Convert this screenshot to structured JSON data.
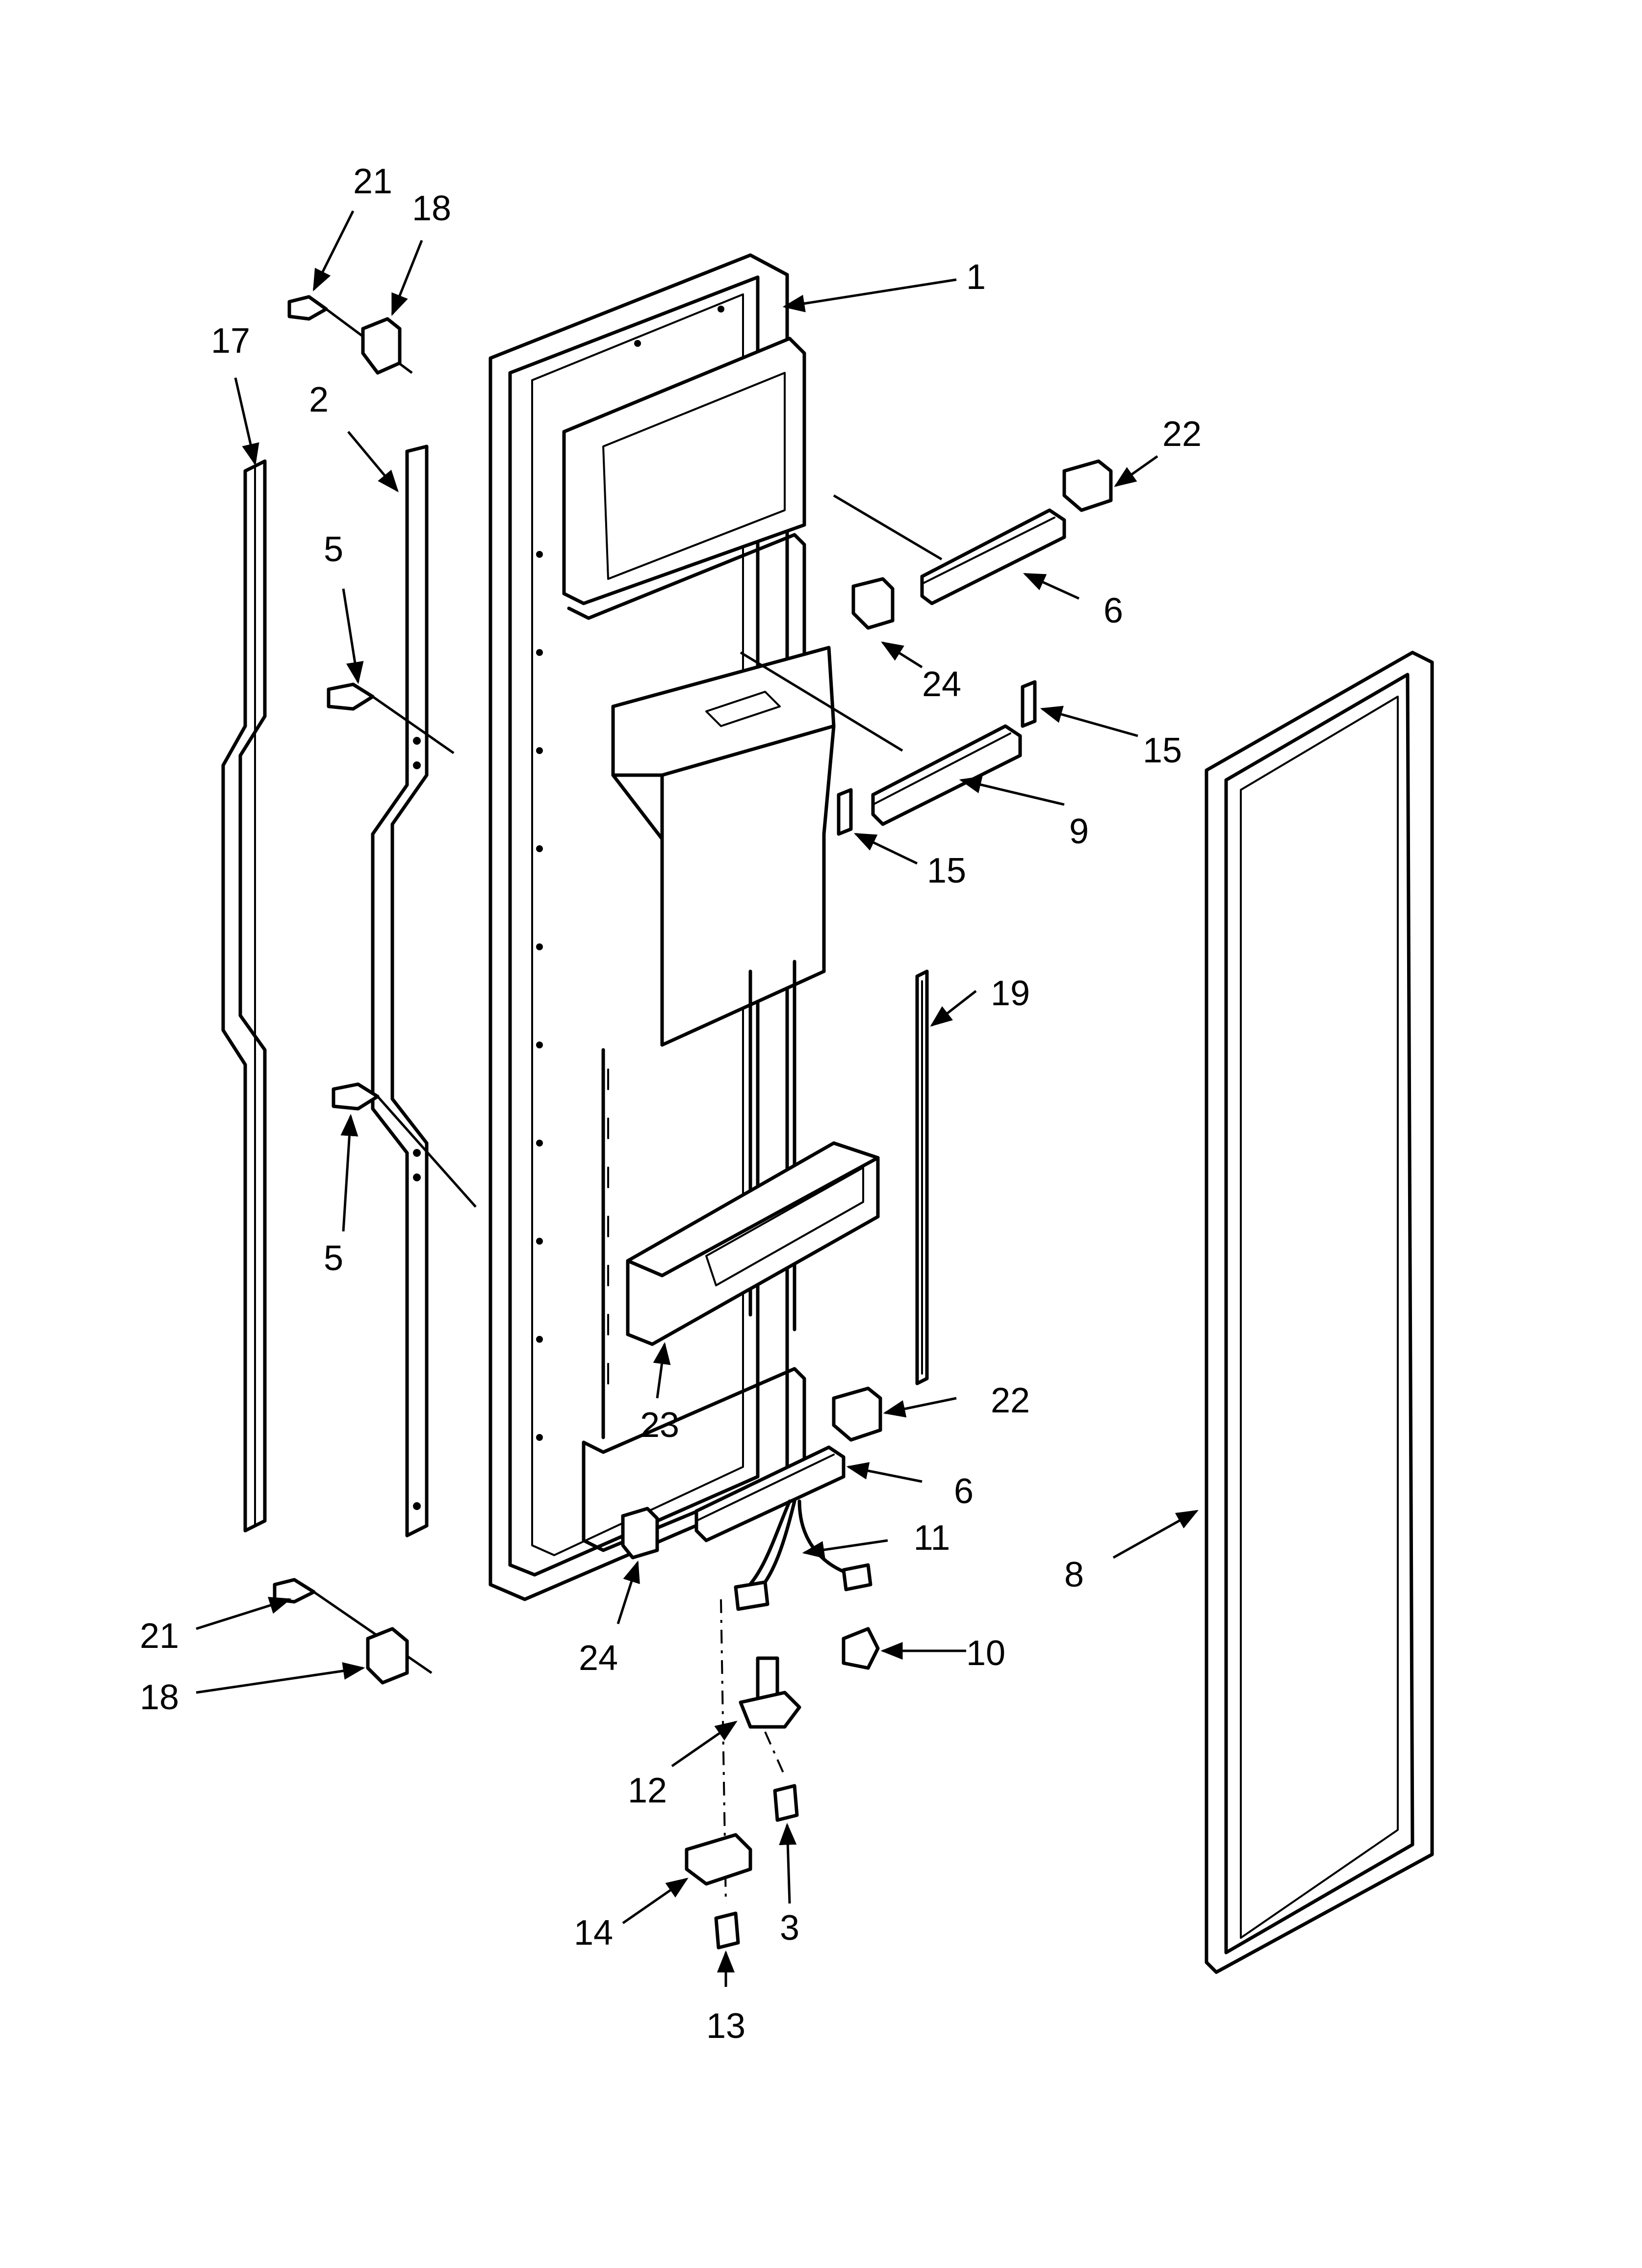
{
  "labels": {
    "p1": "1",
    "p2": "2",
    "p3": "3",
    "p5a": "5",
    "p5b": "5",
    "p6a": "6",
    "p6b": "6",
    "p8": "8",
    "p9": "9",
    "p10": "10",
    "p11": "11",
    "p12": "12",
    "p13": "13",
    "p14": "14",
    "p15a": "15",
    "p15b": "15",
    "p17": "17",
    "p18a": "18",
    "p18b": "18",
    "p19": "19",
    "p21a": "21",
    "p21b": "21",
    "p22a": "22",
    "p22b": "22",
    "p23": "23",
    "p24a": "24",
    "p24b": "24"
  }
}
